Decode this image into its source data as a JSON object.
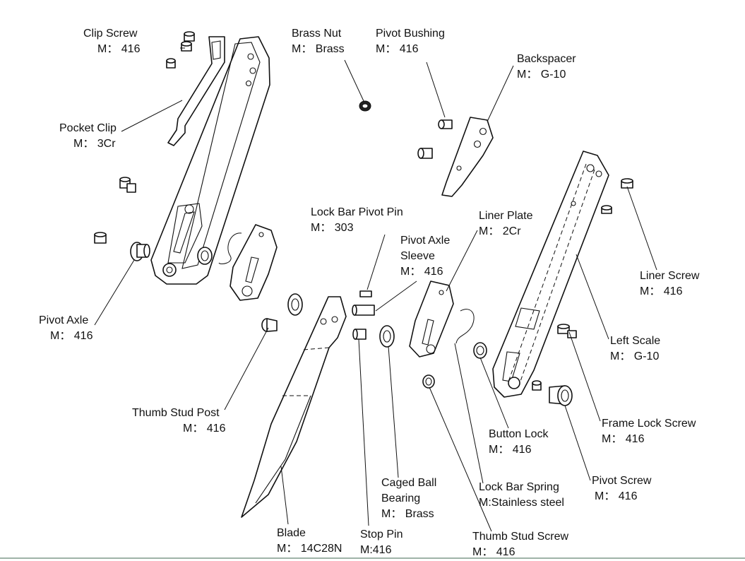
{
  "parts": {
    "clip_screw": {
      "name": "Clip Screw",
      "material": "M： 416"
    },
    "brass_nut": {
      "name": "Brass Nut",
      "material": "M： Brass"
    },
    "pivot_bushing": {
      "name": "Pivot Bushing",
      "material": "M： 416"
    },
    "backspacer": {
      "name": "Backspacer",
      "material": "M： G-10"
    },
    "pocket_clip": {
      "name": "Pocket Clip",
      "material": "M： 3Cr"
    },
    "lock_bar_pivot_pin": {
      "name": "Lock Bar Pivot Pin",
      "material": "M： 303"
    },
    "liner_plate": {
      "name": "Liner Plate",
      "material": "M： 2Cr"
    },
    "pivot_axle_sleeve": {
      "name": "Pivot Axle",
      "name2": "Sleeve",
      "material": "M： 416"
    },
    "liner_screw": {
      "name": "Liner Screw",
      "material": "M： 416"
    },
    "pivot_axle": {
      "name": "Pivot Axle",
      "material": "M： 416"
    },
    "left_scale": {
      "name": "Left Scale",
      "material": "M： G-10"
    },
    "thumb_stud_post": {
      "name": "Thumb Stud Post",
      "material": "M： 416"
    },
    "frame_lock_screw": {
      "name": "Frame Lock Screw",
      "material": "M： 416"
    },
    "button_lock": {
      "name": "Button Lock",
      "material": "M： 416"
    },
    "pivot_screw": {
      "name": "Pivot Screw",
      "material": "M： 416"
    },
    "caged_ball_bearing": {
      "name": "Caged Ball",
      "name2": "Bearing",
      "material": "M： Brass"
    },
    "lock_bar_spring": {
      "name": "Lock Bar Spring",
      "material": "M:Stainless steel"
    },
    "blade": {
      "name": "Blade",
      "material": "M： 14C28N"
    },
    "stop_pin": {
      "name": "Stop Pin",
      "material": "M:416"
    },
    "thumb_stud_screw": {
      "name": "Thumb Stud Screw",
      "material": "M： 416"
    }
  }
}
